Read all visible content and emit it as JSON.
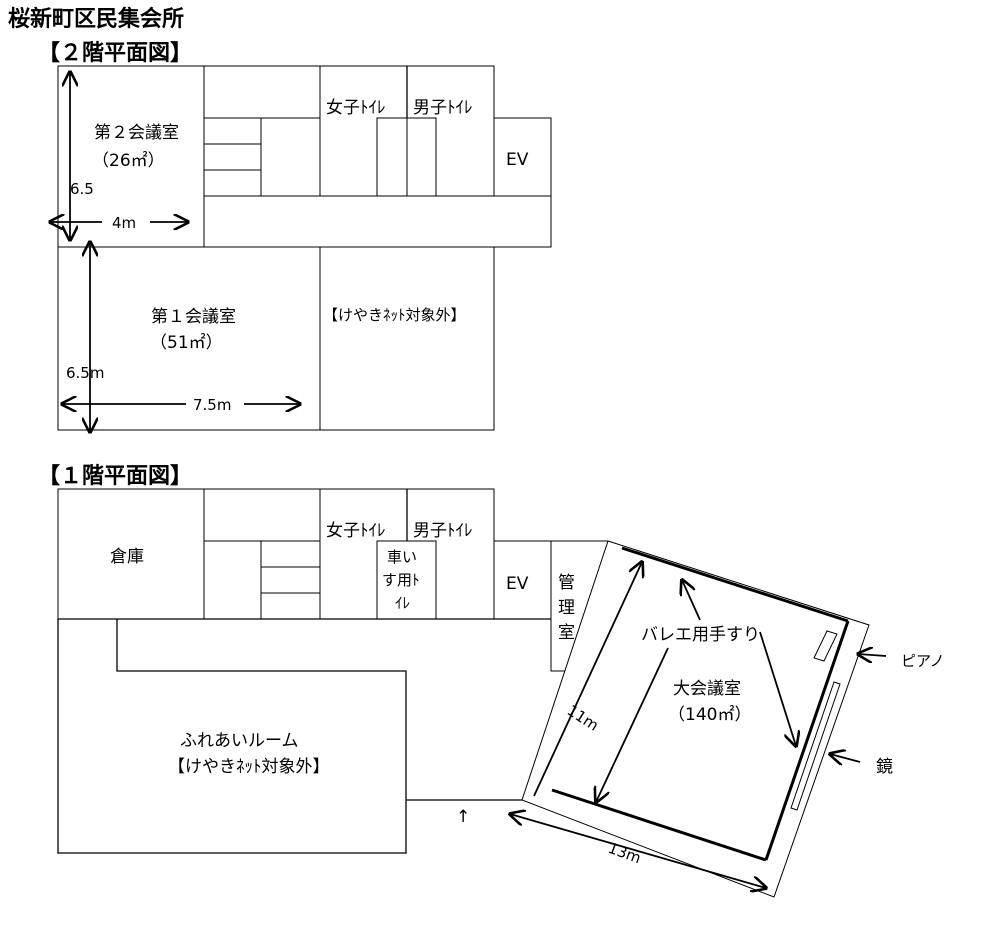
{
  "title": "桜新町区民集会所",
  "floor2": {
    "heading": "【２階平面図】",
    "conf2_name": "第２会議室",
    "conf2_area": "（26㎡）",
    "conf2_dim_v": "6.5",
    "conf2_dim_h": "4m",
    "womens_toilet": "女子ﾄｲﾚ",
    "mens_toilet": "男子ﾄｲﾚ",
    "elevator": "EV",
    "conf1_name": "第１会議室",
    "conf1_area": "（51㎡）",
    "conf1_dim_v": "6.5m",
    "conf1_dim_h": "7.5m",
    "excluded_room": "【けやきﾈｯﾄ対象外】"
  },
  "floor1": {
    "heading": "【１階平面図】",
    "storage": "倉庫",
    "womens_toilet": "女子ﾄｲﾚ",
    "mens_toilet": "男子ﾄｲﾚ",
    "wheelchair_toilet": [
      "車い",
      "す用ﾄ",
      "ｲﾚ"
    ],
    "elevator": "EV",
    "office": [
      "管",
      "理",
      "室"
    ],
    "fureai_name": "ふれあいルーム",
    "fureai_note": "【けやきﾈｯﾄ対象外】",
    "entrance_mark": "↑",
    "hall_name": "大会議室",
    "hall_area": "（140㎡）",
    "hall_dim_side": "11m",
    "hall_dim_bottom": "13m",
    "barre_label": "バレエ用手すり",
    "piano_label": "ピアノ",
    "mirror_label": "鏡"
  }
}
